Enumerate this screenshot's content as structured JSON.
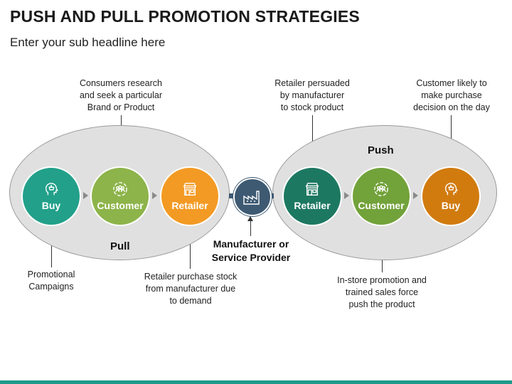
{
  "title": "PUSH AND PULL PROMOTION STRATEGIES",
  "subtitle": "Enter your sub headline here",
  "pull_group": {
    "label": "Pull",
    "nodes": [
      {
        "label": "Buy",
        "icon": "basket-head-icon",
        "color": "#22a08a"
      },
      {
        "label": "Customer",
        "icon": "people-icon",
        "color": "#8db44a"
      },
      {
        "label": "Retailer",
        "icon": "store-icon",
        "color": "#f39a24"
      }
    ]
  },
  "push_group": {
    "label": "Push",
    "nodes": [
      {
        "label": "Retailer",
        "icon": "store-icon",
        "color": "#1d7862"
      },
      {
        "label": "Customer",
        "icon": "people-icon",
        "color": "#72a23a"
      },
      {
        "label": "Buy",
        "icon": "basket-head-icon",
        "color": "#d17b0f"
      }
    ]
  },
  "manufacturer": {
    "label": "Manufacturer or\nService Provider",
    "icon": "factory-icon",
    "color": "#3e5a73"
  },
  "notes": {
    "consumers_research": "Consumers research\nand seek a particular\nBrand or Product",
    "promotional_campaigns": "Promotional\nCampaigns",
    "retailer_purchase": "Retailer purchase stock\nfrom manufacturer due\nto demand",
    "retailer_persuaded": "Retailer persuaded\nby manufacturer\nto stock product",
    "customer_likely": "Customer likely to\nmake purchase\ndecision on the day",
    "instore_promotion": "In-store promotion and\ntrained sales force\npush the product"
  },
  "colors": {
    "accent_bar": "#1d9a8a",
    "ellipse_fill": "#e0e0e0",
    "arrow": "#8a8a8a"
  }
}
